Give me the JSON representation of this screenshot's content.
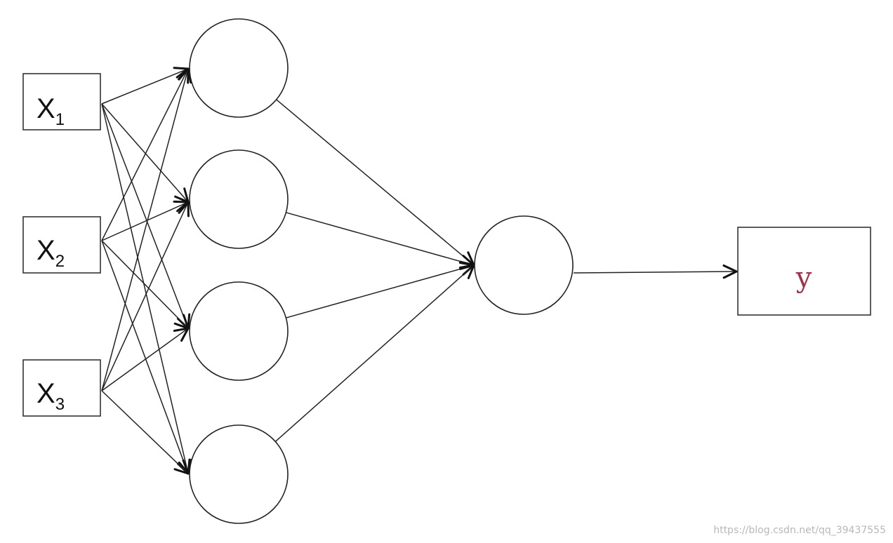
{
  "inputs": [
    {
      "base": "X",
      "sub": "1"
    },
    {
      "base": "X",
      "sub": "2"
    },
    {
      "base": "X",
      "sub": "3"
    }
  ],
  "hidden_layer_size": 4,
  "output_layer_size": 1,
  "output": {
    "label": "y",
    "color": "#a0324a"
  },
  "watermark": "https://blog.csdn.net/qq_39437555",
  "colors": {
    "stroke": "#222222",
    "background": "#ffffff"
  }
}
